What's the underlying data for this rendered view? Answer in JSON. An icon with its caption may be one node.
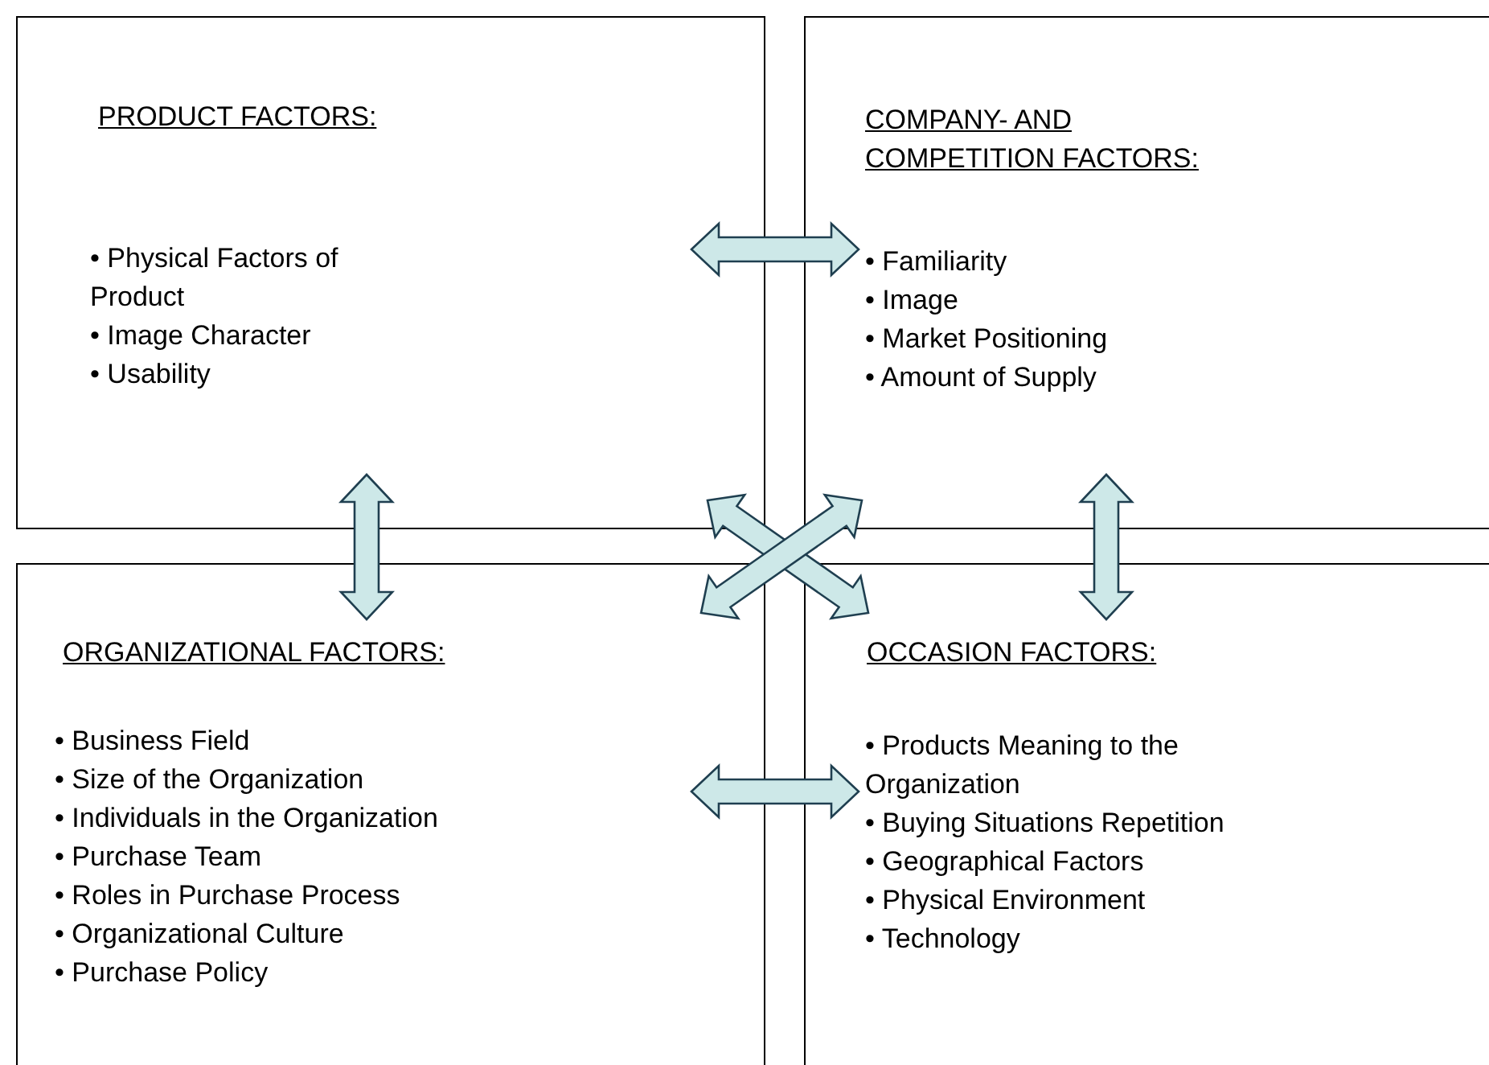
{
  "diagram": {
    "nodes": [
      {
        "text": [
          "PRODUCT FACTORS:",
          "• Physical Factors of Product",
          "• Image Character",
          "• Usability"
        ]
      },
      {
        "text": [
          "COMPANY- AND COMPETITION FACTORS:",
          "• Familiarity",
          "• Image",
          "• Market Positioning",
          "• Amount of Supply"
        ]
      },
      {
        "text": [
          "ORGANIZATIONAL FACTORS:",
          "• Business Field",
          "• Size of the Organization",
          "• Individuals in the Organization",
          "• Purchase Team",
          "• Roles in Purchase Process",
          "• Organizational Culture",
          "• Purchase Policy"
        ]
      },
      {
        "text": [
          "OCCASION FACTORS:",
          "• Products Meaning to the Organization",
          "• Buying Situations Repetition",
          "• Geographical Factors",
          "• Physical Environment",
          "• Technology"
        ]
      }
    ],
    "edges": [
      {
        "from": 0,
        "to": 1,
        "arrow": "both"
      },
      {
        "from": 0,
        "to": 2,
        "arrow": "both"
      },
      {
        "from": 1,
        "to": 3,
        "arrow": "both"
      },
      {
        "from": 2,
        "to": 3,
        "arrow": "both"
      },
      {
        "from": 0,
        "to": 3,
        "arrow": "both"
      },
      {
        "from": 1,
        "to": 2,
        "arrow": "both"
      }
    ]
  }
}
